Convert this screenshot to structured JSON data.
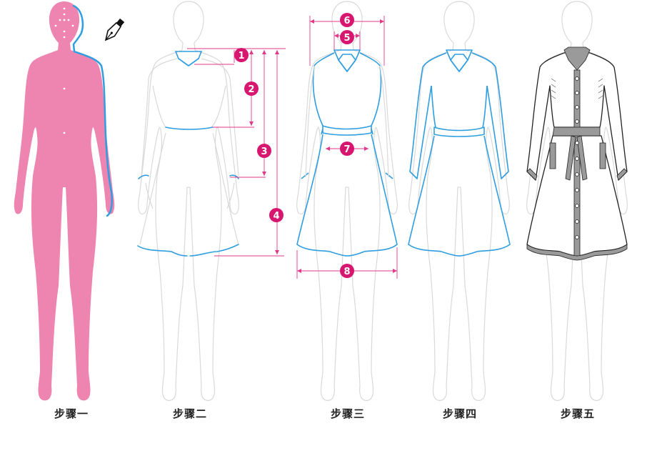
{
  "steps": [
    {
      "label": "步骤一"
    },
    {
      "label": "步骤二"
    },
    {
      "label": "步骤三"
    },
    {
      "label": "步骤四"
    },
    {
      "label": "步骤五"
    }
  ],
  "measurements": [
    "1",
    "2",
    "3",
    "4",
    "5",
    "6",
    "7",
    "8"
  ],
  "colors": {
    "body_fill": "#ee85b1",
    "outline_blue": "#2f9ee0",
    "measure_pink": "#e0398a",
    "badge": "#d6166f",
    "ghost_gray": "#d9d9d9",
    "sketch_black": "#222222",
    "placket_gray": "#9a9a9a"
  },
  "icons": [
    "pen-tool-icon"
  ]
}
